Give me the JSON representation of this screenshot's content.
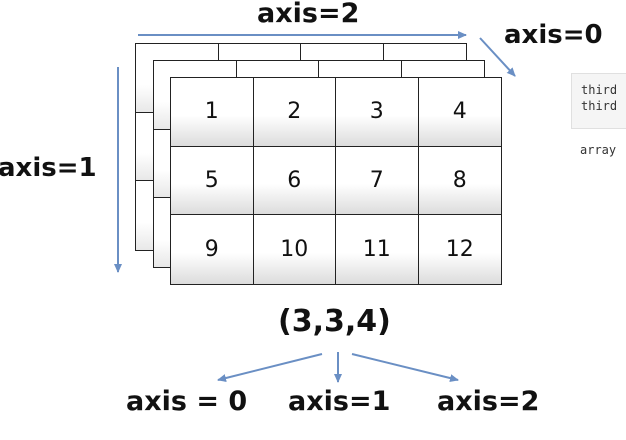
{
  "diagram": {
    "axis_top_label": "axis=2",
    "axis_depth_label": "axis=0",
    "axis_left_label": "axis=1",
    "front_layer_values": [
      "1",
      "2",
      "3",
      "4",
      "5",
      "6",
      "7",
      "8",
      "9",
      "10",
      "11",
      "12"
    ],
    "shape_label": "(3,3,4)",
    "bottom_labels": [
      "axis = 0",
      "axis=1",
      "axis=2"
    ],
    "arrow_color": "#6a8fc4"
  },
  "code": {
    "lines": [
      "third",
      "third"
    ],
    "output": "array"
  }
}
